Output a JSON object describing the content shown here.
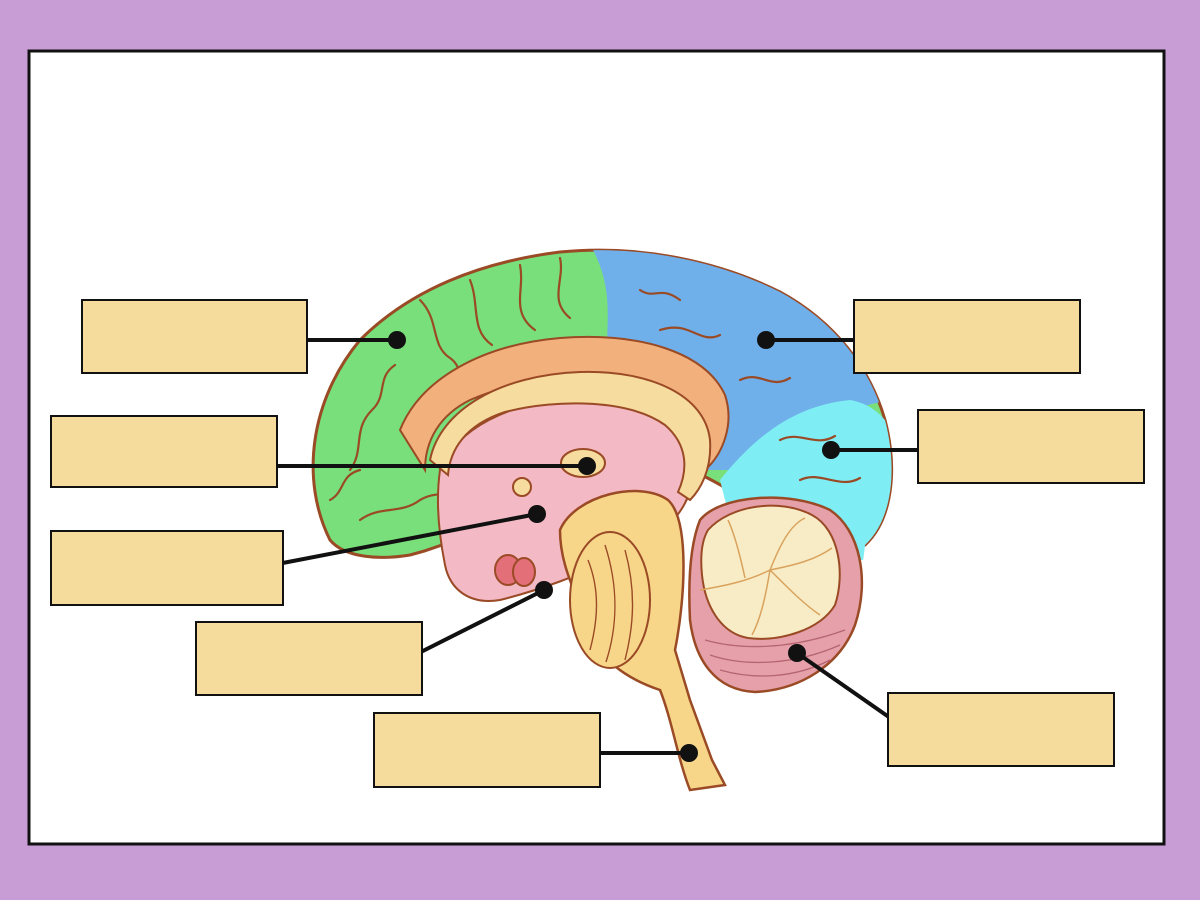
{
  "colors": {
    "border": "#c89dd6",
    "card": "#ffffff",
    "label_fill": "#f5dc9c",
    "frontal_lobe": "#78df7b",
    "parietal_lobe": "#6fb0ea",
    "occipital_lobe": "#7fedf4",
    "cingulate": "#f2b07c",
    "corpus_callosum": "#f6dc9e",
    "diencephalon": "#f3b9c4",
    "brainstem": "#f7d68a",
    "cerebellum": "#e5a0aa",
    "arbor_vitae": "#f8ecc6",
    "outline": "#9a4a25",
    "leader_line": "#111111"
  },
  "labels": [
    {
      "id": "frontal-lobe",
      "text": ""
    },
    {
      "id": "thalamus",
      "text": ""
    },
    {
      "id": "hypothalamus",
      "text": ""
    },
    {
      "id": "amygdala",
      "text": ""
    },
    {
      "id": "medulla",
      "text": ""
    },
    {
      "id": "parietal-lobe",
      "text": ""
    },
    {
      "id": "occipital-lobe",
      "text": ""
    },
    {
      "id": "cerebellum",
      "text": ""
    }
  ]
}
